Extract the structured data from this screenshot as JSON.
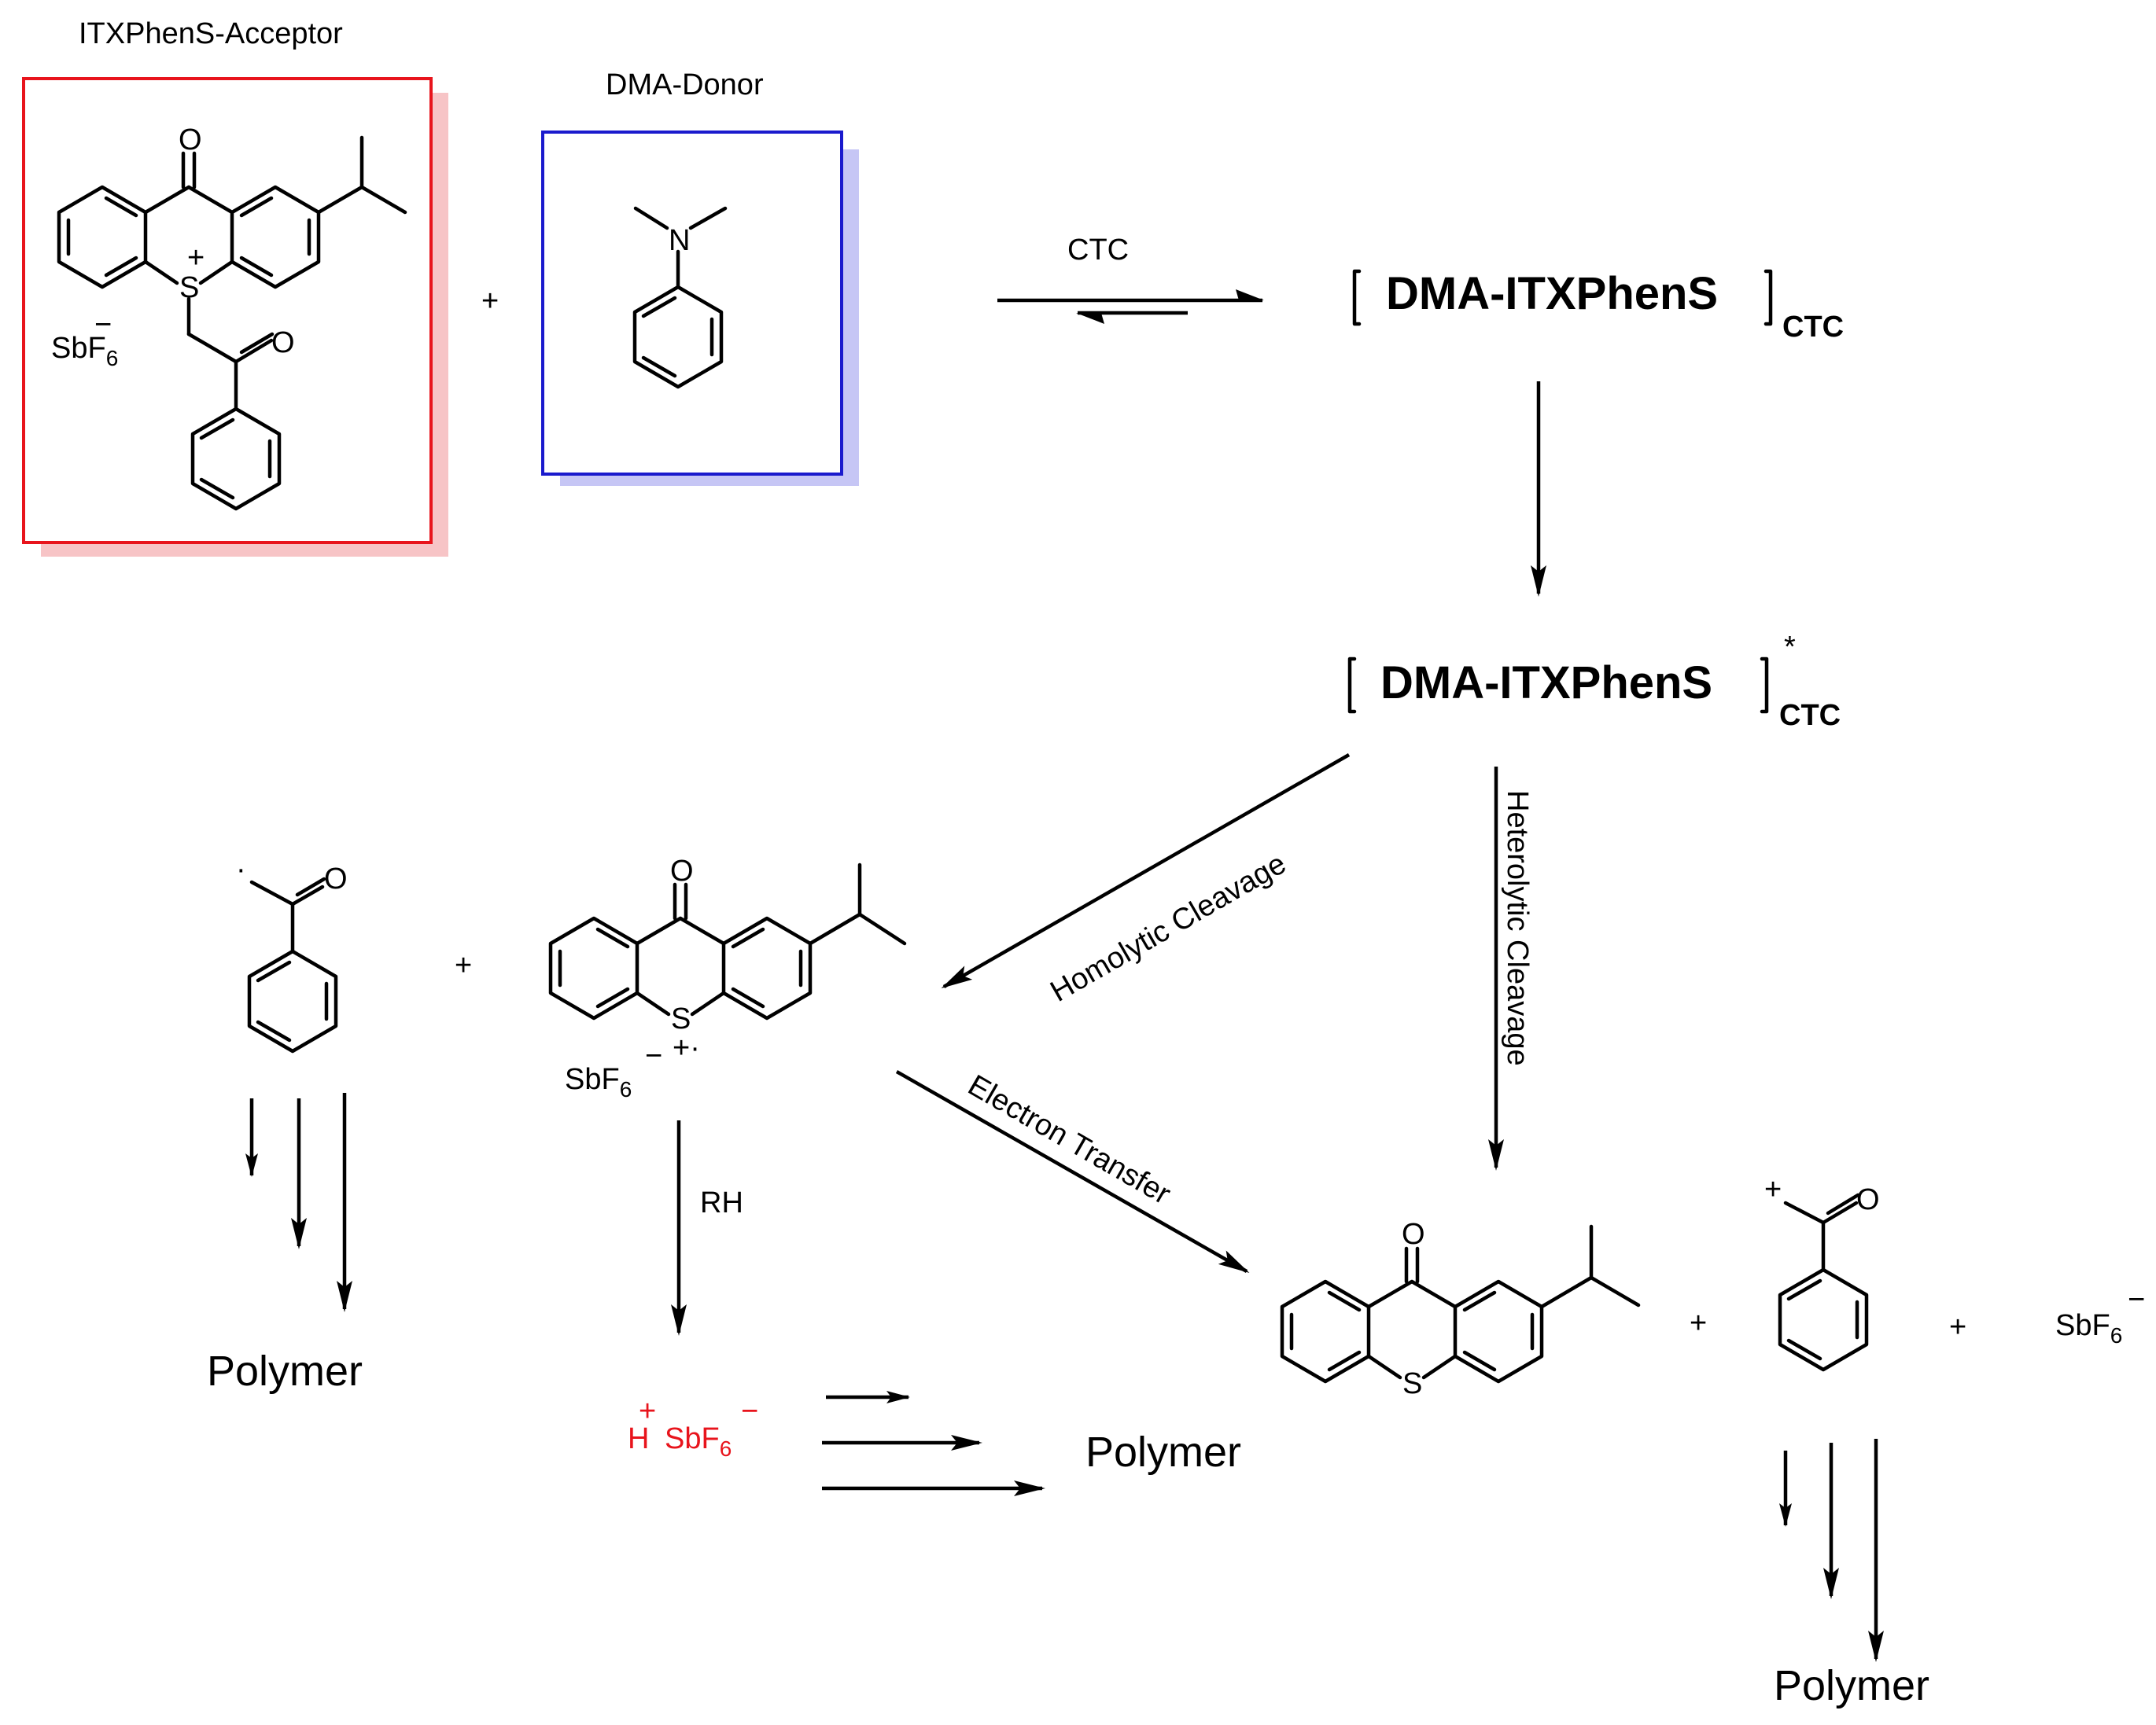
{
  "labels": {
    "acceptor": "ITXPhenS-Acceptor",
    "donor": "DMA-Donor",
    "ctc_arrow": "CTC",
    "complex": "DMA-ITXPhenS",
    "complex_sub": "CTC",
    "excited_mark": "*",
    "homolytic": "Homolytic Cleavage",
    "heterolytic": "Heterolytic Cleavage",
    "electron_transfer": "Electron Transfer",
    "rh": "RH",
    "polymer_left": "Polymer",
    "polymer_middle": "Polymer",
    "polymer_right": "Polymer",
    "plus": "+"
  },
  "atoms": {
    "oxygen": "O",
    "sulfur": "S",
    "nitrogen": "N",
    "sbf": "SbF",
    "six": "6",
    "minus": "−",
    "plus_charge": "+",
    "radical_cation": "+·",
    "radical_dot": "·",
    "proton": "H"
  },
  "colors": {
    "acceptor_box": "#e8141c",
    "acceptor_shadow": "#f7c4c6",
    "donor_box": "#1a1acd",
    "donor_shadow": "#c6c6f5",
    "acid_text": "#e8141c"
  }
}
